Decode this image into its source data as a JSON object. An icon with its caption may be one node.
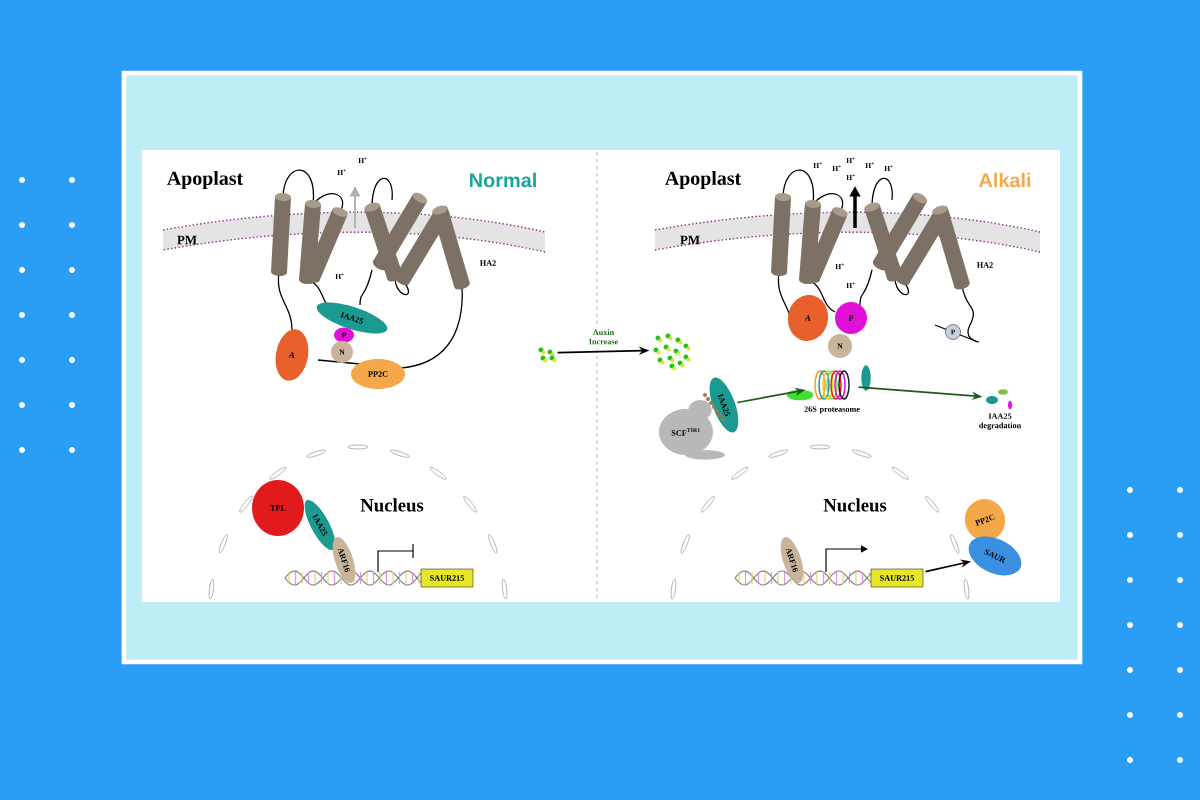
{
  "diagram": {
    "nodes": [
      {
        "text": [
          "A"
        ]
      },
      {
        "text": [
          "IAA25"
        ]
      },
      {
        "text": [
          "P"
        ]
      },
      {
        "text": [
          "N"
        ]
      },
      {
        "text": [
          "PP2C"
        ]
      },
      {
        "text": [
          "TPL"
        ]
      },
      {
        "text": [
          "IAA25"
        ]
      },
      {
        "text": [
          "ARF16"
        ]
      },
      {
        "text": [
          "SAUR215"
        ]
      },
      {
        "text": [],
        "shape": "picture"
      },
      {
        "text": [],
        "shape": "picture"
      },
      {
        "text": [
          "A"
        ]
      },
      {
        "text": [
          "P"
        ]
      },
      {
        "text": [
          "N"
        ]
      },
      {
        "text": [
          "P"
        ]
      },
      {
        "text": [
          "IAA25"
        ]
      },
      {
        "text": [
          "SCF$^{TIR1}$"
        ]
      },
      {
        "text": [
          "26S proteasome"
        ]
      },
      {
        "text": [
          "IAA25 degradation"
        ]
      },
      {
        "text": [
          "ARF16"
        ]
      },
      {
        "text": [
          "SAUR215"
        ]
      },
      {
        "text": [
          "PP2C"
        ]
      },
      {
        "text": [
          "SAUR"
        ]
      }
    ],
    "edges": [
      {
        "from": 9,
        "to": 10,
        "arrow": "to",
        "label": "Auxin Increase"
      },
      {
        "from": 15,
        "to": 17,
        "arrow": "to",
        "color": "#1f5a1a"
      },
      {
        "from": 17,
        "to": 18,
        "arrow": "to",
        "color": "#1f5a1a"
      },
      {
        "from": 20,
        "to": 22,
        "arrow": "to"
      }
    ],
    "labels": [
      "Apoplast",
      "Normal",
      "H$^{+}$",
      "H$^{+}$",
      "PM",
      "HA2",
      "H$^{+}$",
      "Nucleus",
      "Apoplast",
      "Alkali",
      "H$^{+}$",
      "H$^{+}$",
      "H$^{+}$",
      "H$^{+}$",
      "H$^{+}$",
      "H$^{+}$",
      "PM",
      "HA2",
      "H$^{+}$",
      "H$^{+}$",
      "Nucleus"
    ]
  }
}
